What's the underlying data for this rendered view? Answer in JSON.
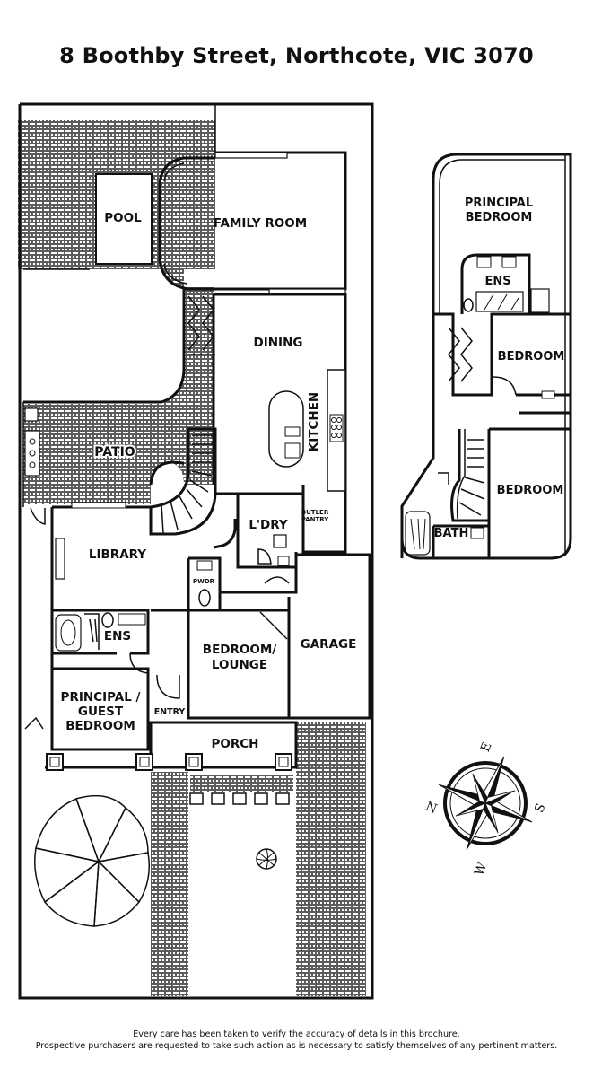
{
  "title": "8 Boothby Street, Northcote, VIC 3070",
  "rooms": {
    "pool": "POOL",
    "family_room": "FAMILY ROOM",
    "dining": "DINING",
    "kitchen": "KITCHEN",
    "patio": "PATIO",
    "butler_pantry_1": "BUTLER",
    "butler_pantry_2": "PANTRY",
    "laundry": "L'DRY",
    "library": "LIBRARY",
    "powder": "PWDR",
    "ensuite_ground": "ENS",
    "bedroom_lounge_1": "BEDROOM/",
    "bedroom_lounge_2": "LOUNGE",
    "garage": "GARAGE",
    "principal_guest_1": "PRINCIPAL /",
    "principal_guest_2": "GUEST",
    "principal_guest_3": "BEDROOM",
    "entry": "ENTRY",
    "porch": "PORCH",
    "principal_bedroom_1": "PRINCIPAL",
    "principal_bedroom_2": "BEDROOM",
    "ensuite_upper": "ENS",
    "bedroom_upper_1": "BEDROOM",
    "bedroom_upper_2": "BEDROOM",
    "bath": "BATH"
  },
  "compass": {
    "n": "N",
    "e": "E",
    "s": "S",
    "w": "W"
  },
  "footer": {
    "line1": "Every care has been taken to verify the accuracy of details in this brochure.",
    "line2": "Prospective purchasers are requested to take such action as is necessary to satisfy themselves of any pertinent matters."
  }
}
